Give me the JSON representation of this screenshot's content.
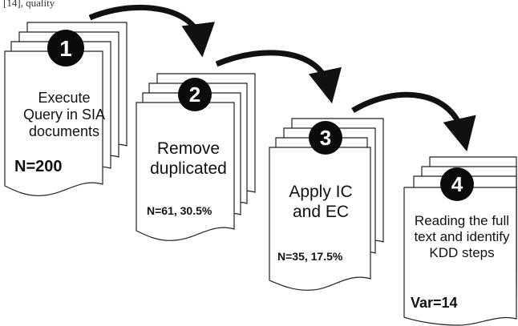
{
  "top_caption": "[14], quality",
  "steps": [
    {
      "number": "1",
      "label": "Execute Query in SIA documents",
      "count": "N=200"
    },
    {
      "number": "2",
      "label": "Remove duplicated",
      "count": "N=61, 30.5%"
    },
    {
      "number": "3",
      "label": "Apply IC and EC",
      "count": "N=35, 17.5%"
    },
    {
      "number": "4",
      "label": "Reading the full text and identify KDD steps",
      "count": "Var=14"
    }
  ],
  "colors": {
    "ink": "#111111",
    "paper": "#ffffff",
    "badge": "#0b0b0b"
  }
}
